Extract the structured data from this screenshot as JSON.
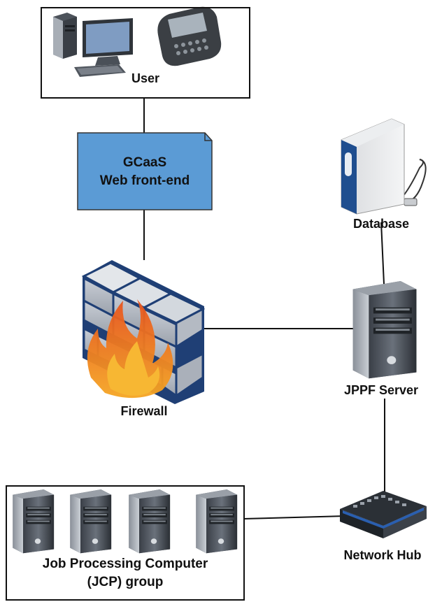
{
  "diagram": {
    "user": {
      "label": "User",
      "icons": [
        "desktop-computer-icon",
        "smartphone-icon"
      ]
    },
    "web_frontend": {
      "line1": "GCaaS",
      "line2": "Web front-end",
      "fill": "#5b9bd5"
    },
    "firewall": {
      "label": "Firewall",
      "icon": "firewall-brick-wall-flame-icon"
    },
    "database": {
      "label": "Database",
      "icon": "external-drive-icon"
    },
    "jppf_server": {
      "label": "JPPF Server",
      "icon": "server-tower-icon"
    },
    "network_hub": {
      "label": "Network Hub",
      "icon": "network-switch-icon"
    },
    "jcp_group": {
      "line1": "Job Processing Computer",
      "line2": "(JCP) group",
      "server_count": 4
    },
    "edges": [
      [
        "user",
        "web_frontend"
      ],
      [
        "web_frontend",
        "firewall"
      ],
      [
        "firewall",
        "jppf_server"
      ],
      [
        "database",
        "jppf_server"
      ],
      [
        "jppf_server",
        "network_hub"
      ],
      [
        "network_hub",
        "jcp_group"
      ]
    ]
  }
}
